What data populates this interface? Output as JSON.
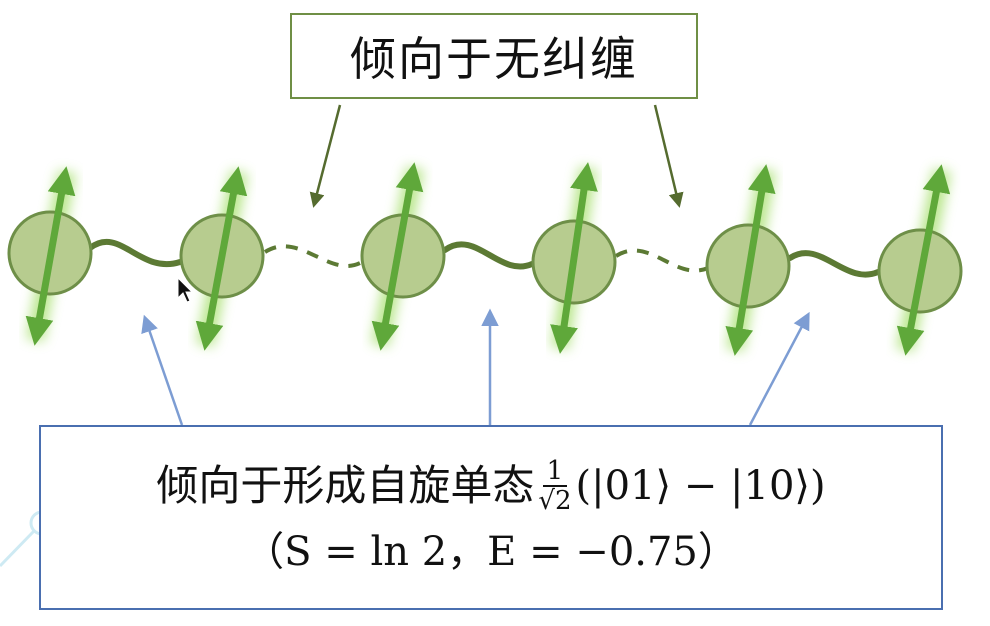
{
  "top_label": "倾向于无纠缠",
  "bottom_label": {
    "text_prefix": "倾向于形成自旋单态",
    "frac_num": "1",
    "frac_den": "√2",
    "state_expr": "(|01⟩ − |10⟩)",
    "values_expr": "（S = ln 2，E = −0.75）"
  },
  "colors": {
    "spin_green": "#5fa83a",
    "node_fill": "#b7cc8f",
    "node_stroke": "#6e8f48",
    "bond_dark": "#5c7a34",
    "top_box_border": "#6f8f45",
    "bottom_box_border": "#4a6fb0",
    "blue_arrow": "#7d9dd3",
    "glow": "#a8e070"
  }
}
